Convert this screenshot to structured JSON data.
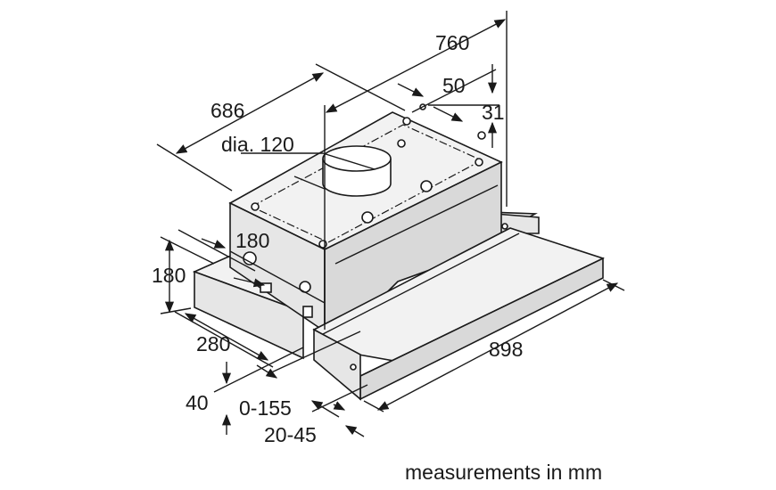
{
  "dimensions": {
    "width_total": "760",
    "depth_top": "686",
    "duct_diameter": "dia. 120",
    "offset_50": "50",
    "offset_31": "31",
    "height_body": "180",
    "height_left": "180",
    "depth_280": "280",
    "front_40": "40",
    "slide_range": "0-155",
    "panel_range": "20-45",
    "width_898": "898"
  },
  "caption": "measurements in mm"
}
